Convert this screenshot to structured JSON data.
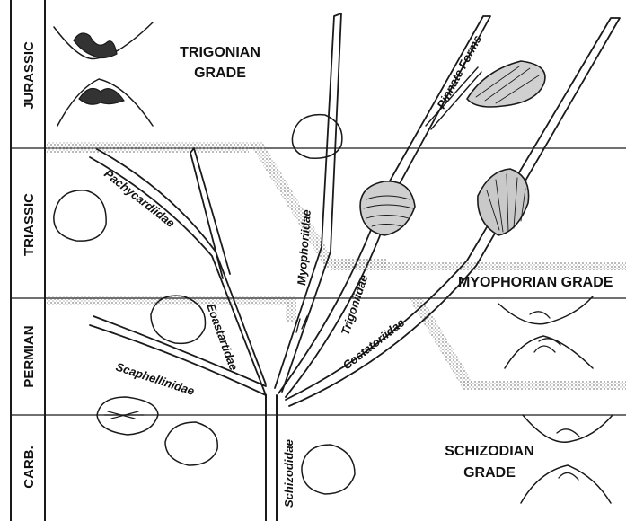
{
  "periods": [
    "JURASSIC",
    "TRIASSIC",
    "PERMIAN",
    "CARB."
  ],
  "grades": {
    "trigonian": [
      "TRIGONIAN",
      "GRADE"
    ],
    "myophorian": "MYOPHORIAN GRADE",
    "schizodian": [
      "SCHIZODIAN",
      "GRADE"
    ]
  },
  "families": {
    "pachycardiidae": "Pachycardiidae",
    "eoastartidae": "Eoastartidae",
    "scaphellinidae": "Scaphellinidae",
    "schizodidae": "Schizodidae",
    "myophoriidae": "Myophoriidae",
    "trigoniidae": "Trigoniidae",
    "costatoriidae": "Costatoriidae",
    "pinnate_forms": "Pinnate Forms"
  },
  "colors": {
    "ink": "#1a1a1a",
    "stipple": "#9a9a9a",
    "background": "#ffffff"
  }
}
